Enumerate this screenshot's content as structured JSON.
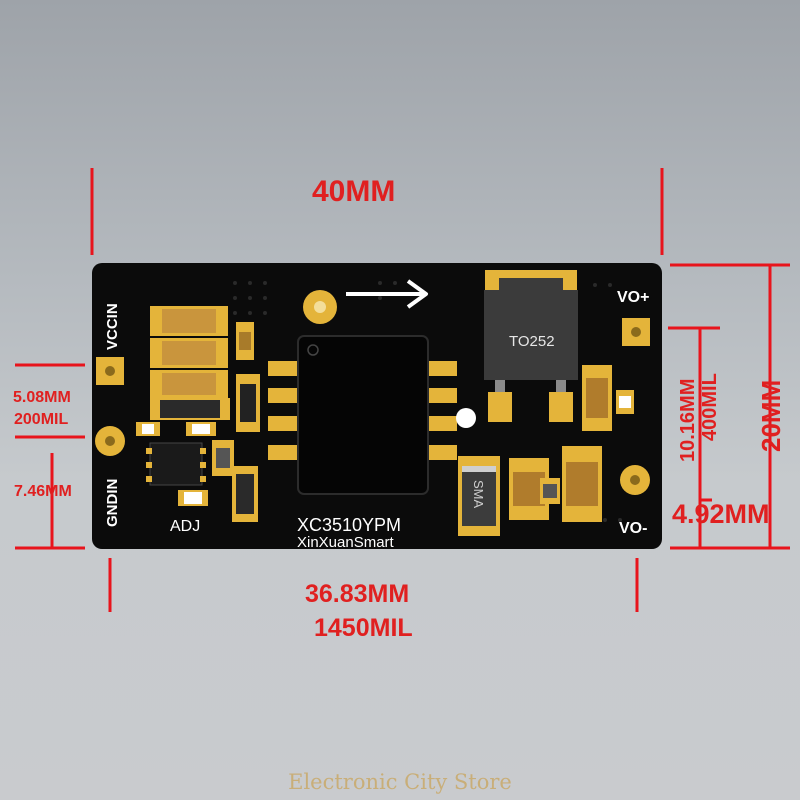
{
  "board": {
    "chip_label": "XC3510YPM",
    "brand_label": "XinXuanSmart",
    "regulator_label": "TO252",
    "diode_label": "SMA",
    "pins": {
      "vcc_in": "VCCIN",
      "gnd_in": "GNDIN",
      "vo_plus": "VO+",
      "vo_minus": "VO-",
      "adj": "ADJ"
    }
  },
  "dimensions": {
    "width_top": "40MM",
    "height_right": "20MM",
    "pin_spacing_in_mm": "5.08MM",
    "pin_spacing_in_mil": "200MIL",
    "gnd_offset": "7.46MM",
    "vo_spacing_mm": "10.16MM",
    "vo_spacing_mil": "400MIL",
    "vo_offset": "4.92MM",
    "pin_pitch_mm": "36.83MM",
    "pin_pitch_mil": "1450MIL"
  },
  "watermark": "Electronic City Store",
  "colors": {
    "pcb": "#0b0b0b",
    "gold": "#e4b43a",
    "dimension_red": "#e8141c",
    "silkscreen": "#ffffff"
  }
}
